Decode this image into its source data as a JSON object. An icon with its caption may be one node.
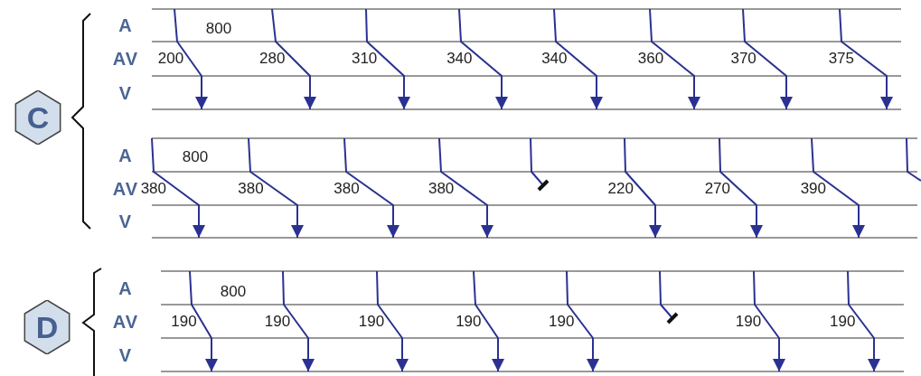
{
  "diagram": {
    "nodes": [
      {
        "text": [
          "C"
        ]
      },
      {
        "text": [
          "D"
        ]
      }
    ],
    "labels": [
      "A",
      "800",
      "AV",
      "200",
      "280",
      "310",
      "340",
      "340",
      "360",
      "370",
      "375",
      "V",
      "A",
      "800",
      "AV",
      "380",
      "380",
      "380",
      "380",
      "220",
      "270",
      "390",
      "V",
      "A",
      "800",
      "AV",
      "190",
      "190",
      "190",
      "190",
      "190",
      "190",
      "190",
      "V"
    ]
  }
}
